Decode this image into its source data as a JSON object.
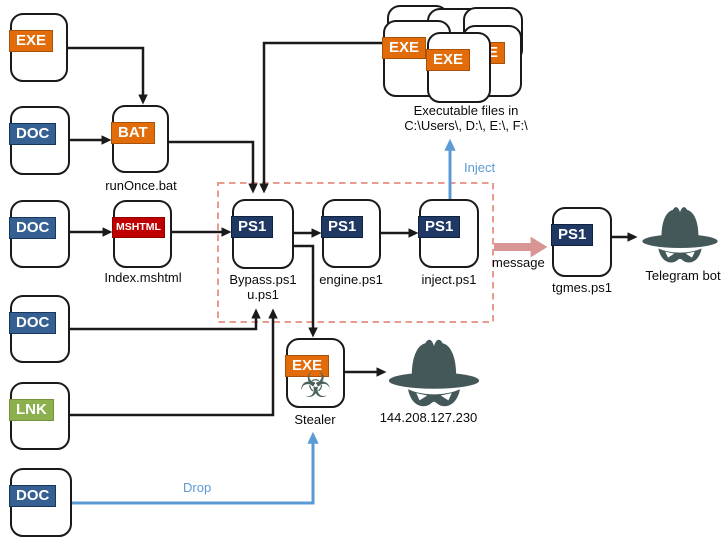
{
  "nodes": {
    "exe_dropper": {
      "badge": "EXE"
    },
    "doc_1": {
      "badge": "DOC"
    },
    "bat": {
      "badge": "BAT",
      "caption": "runOnce.bat"
    },
    "doc_2": {
      "badge": "DOC"
    },
    "mshtml": {
      "badge": "MSHTML",
      "caption": "Index.mshtml"
    },
    "doc_3": {
      "badge": "DOC"
    },
    "lnk": {
      "badge": "LNK"
    },
    "doc_4": {
      "badge": "DOC"
    },
    "bypass": {
      "badge": "PS1",
      "caption_line1": "Bypass.ps1",
      "caption_line2": "u.ps1"
    },
    "engine": {
      "badge": "PS1",
      "caption": "engine.ps1"
    },
    "inject": {
      "badge": "PS1",
      "caption": "inject.ps1"
    },
    "tgmes": {
      "badge": "PS1",
      "caption": "tgmes.ps1"
    },
    "stealer": {
      "badge": "EXE",
      "caption": "Stealer"
    },
    "exe_stack": {
      "badge": "EXE",
      "caption_line1": "Executable files in",
      "caption_line2": "C:\\Users\\, D:\\, E:\\, F:\\"
    },
    "c2_server": {
      "caption": "144.208.127.230"
    },
    "telegram_bot": {
      "caption": "Telegram bot"
    }
  },
  "edge_labels": {
    "inject": "Inject",
    "drop": "Drop",
    "message": "message"
  },
  "icons": {
    "biohazard": "☣"
  },
  "colors": {
    "exe_badge": "#E36C0A",
    "doc_badge": "#376092",
    "ps1_badge": "#1F3864",
    "mshtml_badge": "#C00000",
    "lnk_badge": "#8DB04E",
    "connector_black": "#1A1A1A",
    "accent_blue": "#5B9BD5",
    "accent_pink": "#D99594",
    "dashed_box": "#E89B8E",
    "spy_icon": "#44585A",
    "biohazard_icon": "#4B635B"
  }
}
